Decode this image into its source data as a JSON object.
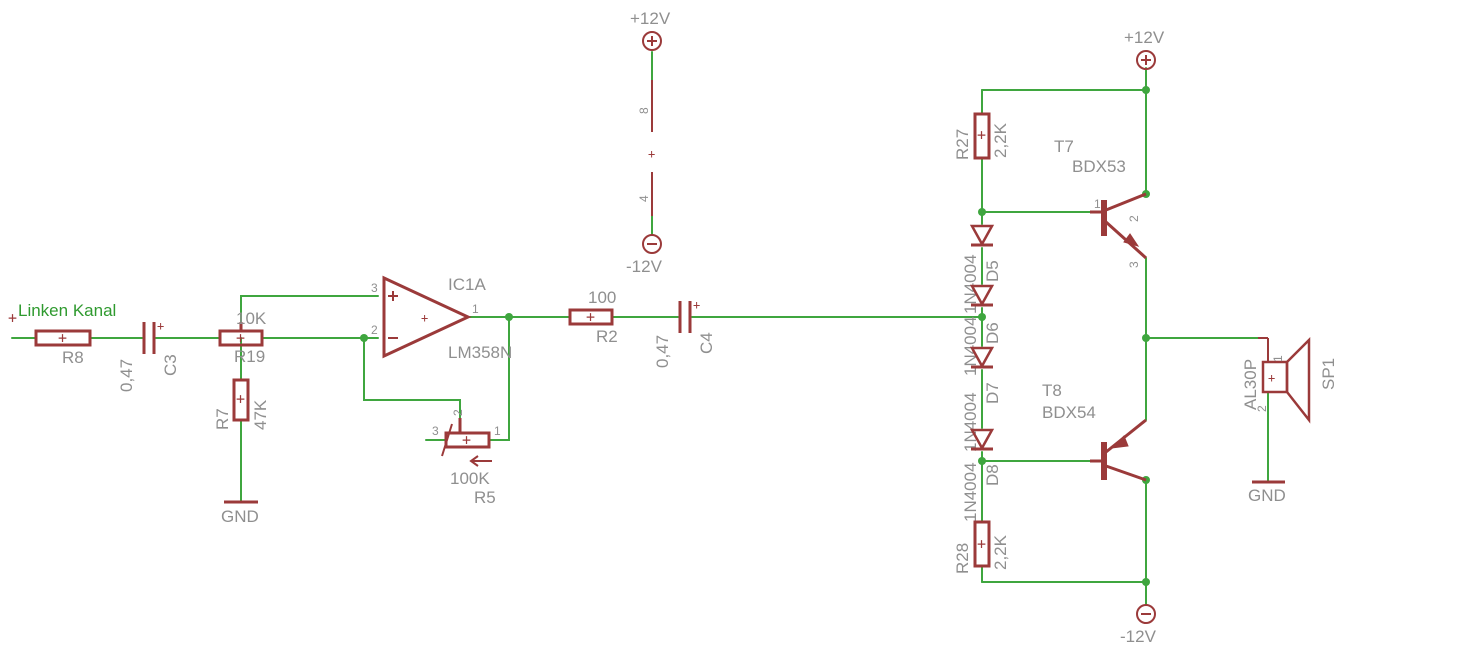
{
  "input": {
    "net_label": "Linken Kanal"
  },
  "parts": {
    "r8": {
      "name": "R8"
    },
    "c3": {
      "name": "C3",
      "value": "0,47"
    },
    "r19": {
      "name": "R19",
      "value": "10K"
    },
    "r7": {
      "name": "R7",
      "value": "47K"
    },
    "r5": {
      "name": "R5",
      "value": "100K",
      "pin1": "1",
      "pin2": "2",
      "pin3": "3"
    },
    "ic1a": {
      "name": "IC1A",
      "value": "LM358N",
      "pin_pos": "3",
      "pin_neg": "2",
      "pin_out": "1",
      "pin_vcc": "8",
      "pin_vee": "4"
    },
    "r2": {
      "name": "R2",
      "value": "100"
    },
    "c4": {
      "name": "C4",
      "value": "0,47"
    },
    "r27": {
      "name": "R27",
      "value": "2,2K"
    },
    "r28": {
      "name": "R28",
      "value": "2,2K"
    },
    "d5": {
      "name": "D5",
      "value": "1N4004"
    },
    "d6": {
      "name": "D6",
      "value": "1N4004"
    },
    "d7": {
      "name": "D7",
      "value": "1N4004"
    },
    "d8": {
      "name": "D8",
      "value": "1N4004"
    },
    "t7": {
      "name": "T7",
      "value": "BDX53",
      "pin1": "1",
      "pin2": "2",
      "pin3": "3"
    },
    "t8": {
      "name": "T8",
      "value": "BDX54"
    },
    "sp1": {
      "name": "SP1",
      "value": "AL30P",
      "pin1": "1",
      "pin2": "2"
    }
  },
  "supplies": {
    "opamp_pos": "+12V",
    "opamp_neg": "-12V",
    "out_pos": "+12V",
    "out_neg": "-12V",
    "gnd_r7": "GND",
    "gnd_sp1": "GND"
  },
  "colors": {
    "wire": "#3fa63f",
    "symbol": "#9b3a3a",
    "label": "#8f8f8f",
    "net_label": "#2f9a2f"
  }
}
